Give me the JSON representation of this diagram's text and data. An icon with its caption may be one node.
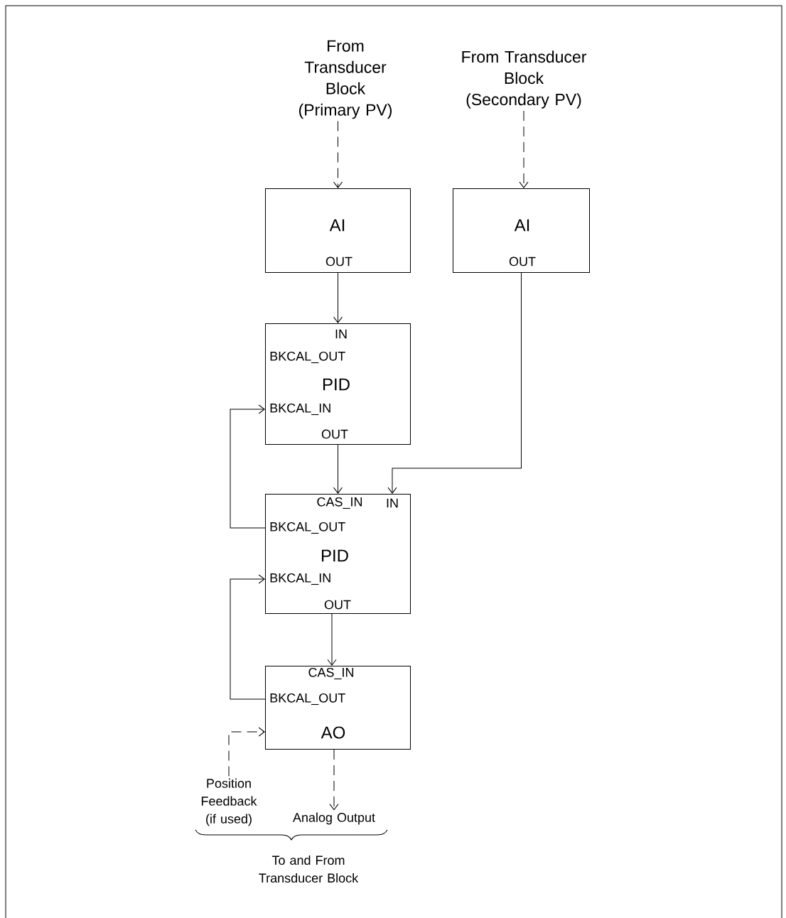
{
  "diagram": {
    "nodes": [
      {
        "text": [
          "From Transducer Block (Primary PV)"
        ]
      },
      {
        "text": [
          "From Transducer Block (Secondary PV)"
        ]
      },
      {
        "text": [
          "AI",
          "OUT"
        ]
      },
      {
        "text": [
          "AI",
          "OUT"
        ]
      },
      {
        "text": [
          "IN",
          "BKCAL_OUT",
          "PID",
          "BKCAL_IN",
          "OUT"
        ]
      },
      {
        "text": [
          "CAS_IN",
          "IN",
          "BKCAL_OUT",
          "PID",
          "BKCAL_IN",
          "OUT"
        ]
      },
      {
        "text": [
          "CAS_IN",
          "BKCAL_OUT",
          "AO"
        ]
      },
      {
        "text": [
          "Position Feedback (if used)"
        ]
      },
      {
        "text": [
          "Analog Output"
        ]
      }
    ],
    "edges": [
      {
        "from": 0,
        "to": 2,
        "arrow": "to",
        "style": "dashed"
      },
      {
        "from": 1,
        "to": 3,
        "arrow": "to",
        "style": "dashed"
      },
      {
        "from": 2,
        "to": 4,
        "arrow": "to"
      },
      {
        "from": 3,
        "to": 5,
        "arrow": "to"
      },
      {
        "from": 4,
        "to": 5,
        "arrow": "to"
      },
      {
        "from": 5,
        "to": 4,
        "arrow": "to"
      },
      {
        "from": 6,
        "to": 5,
        "arrow": "to"
      },
      {
        "from": 5,
        "to": 6,
        "arrow": "to"
      },
      {
        "from": 7,
        "to": 6,
        "arrow": "to",
        "style": "dashed"
      },
      {
        "from": 6,
        "to": 8,
        "arrow": "to",
        "style": "dashed"
      }
    ],
    "labels": [
      "To and From Transducer Block"
    ]
  }
}
